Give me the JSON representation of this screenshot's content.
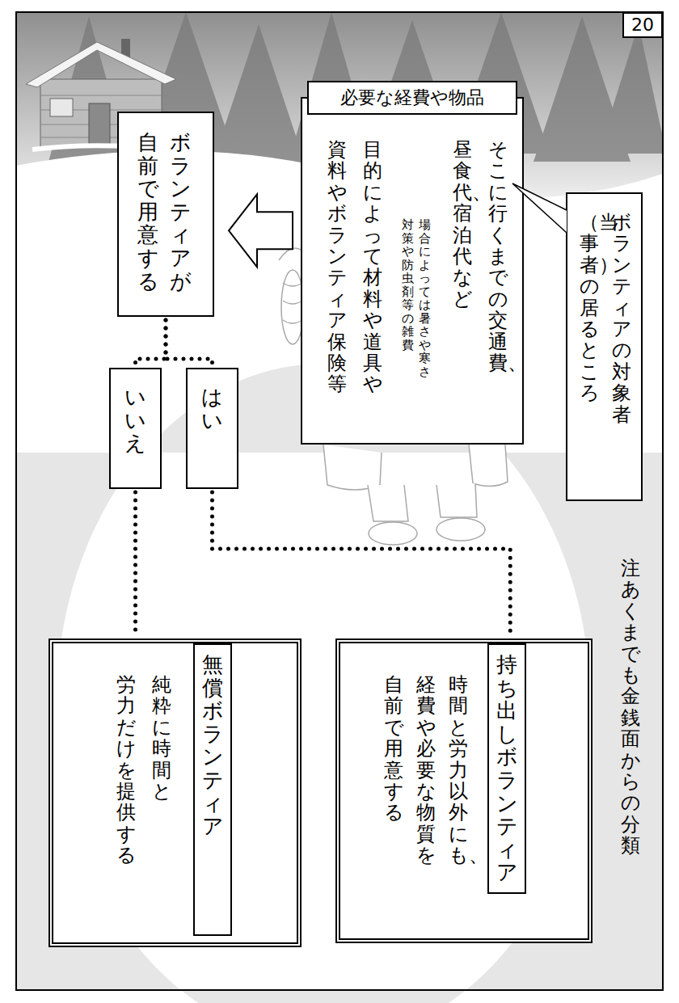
{
  "diagram": {
    "nodes": [
      {
        "text": [
          "必要な経費や物品",
          "そこに行くまでの交通費、 昼食代、宿泊代など",
          "場合によっては暑さや寒さ 対策や防虫剤等の雑費",
          "目的によって材料や道具や 資料やボランティア保険等"
        ]
      },
      {
        "text": [
          "ボランティアの対象者 （当事者）の居るところ"
        ]
      },
      {
        "text": [
          "ボランティアが 自前で用意する"
        ]
      },
      {
        "text": [
          "はい"
        ]
      },
      {
        "text": [
          "いいえ"
        ]
      },
      {
        "text": [
          "持ち出しボランティア",
          "時間と労力以外にも、 経費や必要な物質を 自前で用意する"
        ]
      },
      {
        "text": [
          "無償ボランティア",
          "純粋に時間と 労力だけを提供する"
        ]
      }
    ],
    "edges": [
      {
        "from": 0,
        "to": 2,
        "arrow": "to"
      },
      {
        "from": 2,
        "to": 3,
        "arrow": "none"
      },
      {
        "from": 2,
        "to": 4,
        "arrow": "none"
      },
      {
        "from": 3,
        "to": 5,
        "arrow": "none"
      },
      {
        "from": 4,
        "to": 6,
        "arrow": "none"
      }
    ],
    "labels": [
      "20",
      "注　あくまでも金銭面からの分類"
    ]
  }
}
